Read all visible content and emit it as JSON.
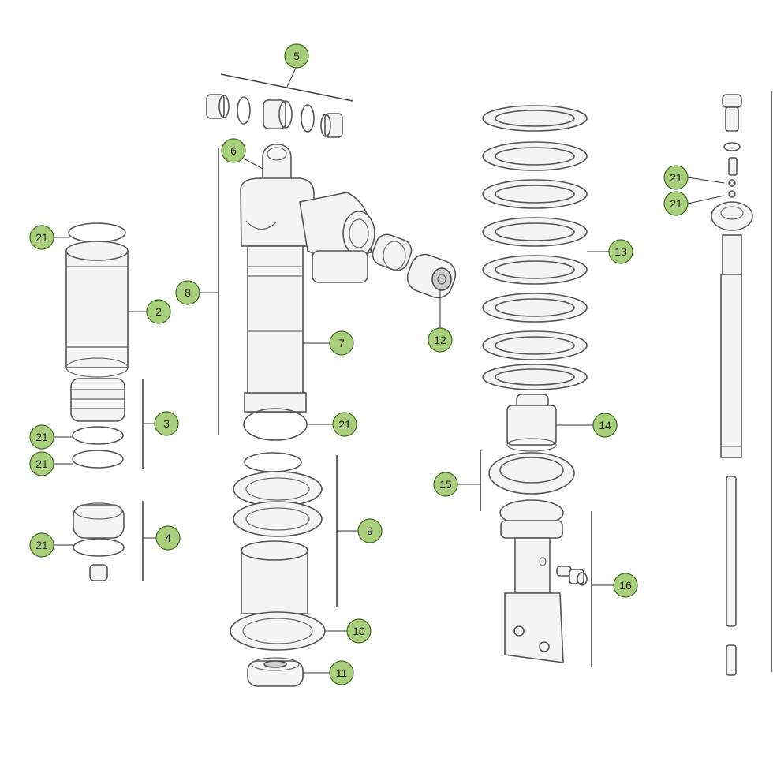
{
  "colors": {
    "callout_fill": "#a9cf7c",
    "callout_stroke": "#3d6b1f",
    "line": "#444444",
    "part_fill": "#f4f4f4"
  },
  "callouts": [
    {
      "id": "c5",
      "label": "5"
    },
    {
      "id": "c6",
      "label": "6"
    },
    {
      "id": "c8",
      "label": "8"
    },
    {
      "id": "c7",
      "label": "7"
    },
    {
      "id": "c21a",
      "label": "21"
    },
    {
      "id": "c2",
      "label": "2"
    },
    {
      "id": "c3",
      "label": "3"
    },
    {
      "id": "c21b",
      "label": "21"
    },
    {
      "id": "c21c",
      "label": "21"
    },
    {
      "id": "c4",
      "label": "4"
    },
    {
      "id": "c21d",
      "label": "21"
    },
    {
      "id": "c21e",
      "label": "21"
    },
    {
      "id": "c9",
      "label": "9"
    },
    {
      "id": "c10",
      "label": "10"
    },
    {
      "id": "c11",
      "label": "11"
    },
    {
      "id": "c12",
      "label": "12"
    },
    {
      "id": "c13",
      "label": "13"
    },
    {
      "id": "c14",
      "label": "14"
    },
    {
      "id": "c15",
      "label": "15"
    },
    {
      "id": "c16",
      "label": "16"
    },
    {
      "id": "c21f",
      "label": "21"
    },
    {
      "id": "c21g",
      "label": "21"
    }
  ]
}
